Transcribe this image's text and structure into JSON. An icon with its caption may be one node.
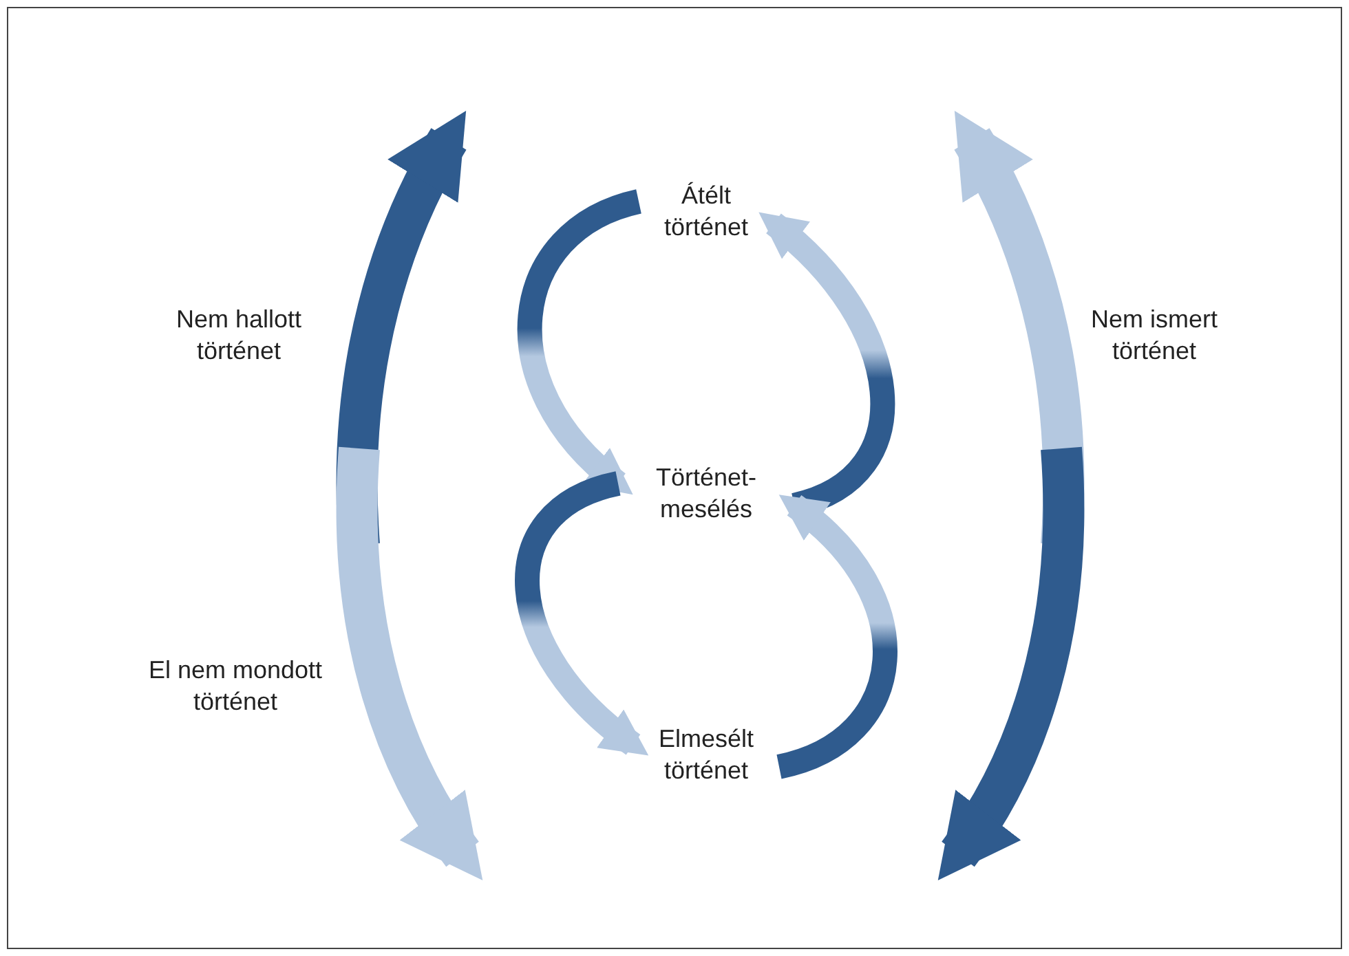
{
  "diagram": {
    "nodes": [
      {
        "text": [
          "Átélt történet"
        ]
      },
      {
        "text": [
          "Történet-mesélés"
        ]
      },
      {
        "text": [
          "Elmesélt történet"
        ]
      }
    ],
    "edges": [
      {
        "from": 0,
        "to": 1,
        "arrow": "to"
      },
      {
        "from": 1,
        "to": 0,
        "arrow": "to"
      },
      {
        "from": 1,
        "to": 2,
        "arrow": "to"
      },
      {
        "from": 2,
        "to": 1,
        "arrow": "to"
      }
    ],
    "labels": [
      "Nem hallott történet",
      "Nem ismert történet",
      "El nem mondott történet"
    ]
  }
}
